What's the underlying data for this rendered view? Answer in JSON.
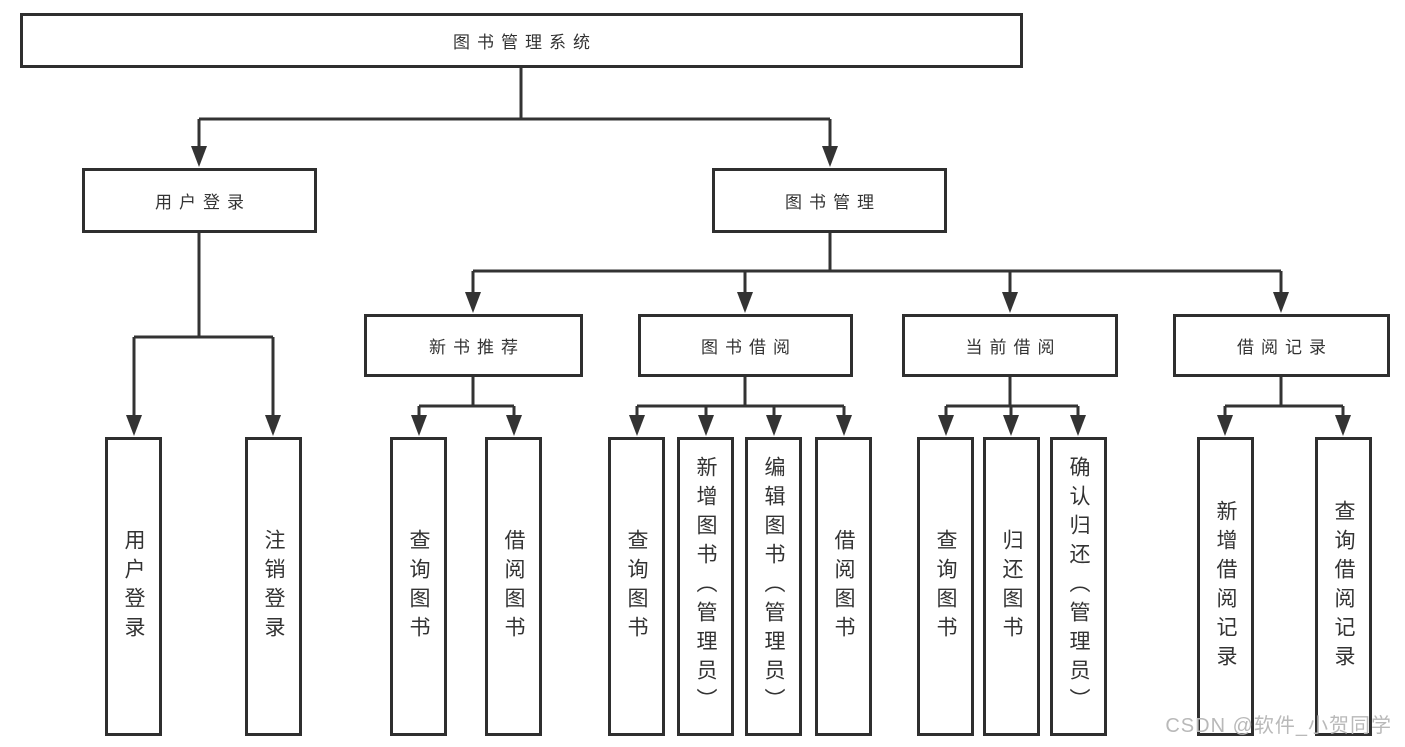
{
  "diagram": {
    "type": "hierarchy-chart",
    "root": {
      "label": "图书管理系统"
    },
    "branches": [
      {
        "label": "用户登录",
        "children": [
          "用户登录",
          "注销登录"
        ]
      },
      {
        "label": "图书管理",
        "groups": [
          {
            "label": "新书推荐",
            "children": [
              "查询图书",
              "借阅图书"
            ]
          },
          {
            "label": "图书借阅",
            "children": [
              "查询图书",
              "新增图书（管理员）",
              "编辑图书（管理员）",
              "借阅图书"
            ]
          },
          {
            "label": "当前借阅",
            "children": [
              "查询图书",
              "归还图书",
              "确认归还（管理员）"
            ]
          },
          {
            "label": "借阅记录",
            "children": [
              "新增借阅记录",
              "查询借阅记录"
            ]
          }
        ]
      }
    ],
    "colors": {
      "line": "#333333",
      "box_border": "#2f2f2f",
      "text": "#333333",
      "background": "#ffffff",
      "watermark": "#b9b9b9"
    }
  },
  "watermark": {
    "text": "CSDN @软件_小贺同学"
  }
}
